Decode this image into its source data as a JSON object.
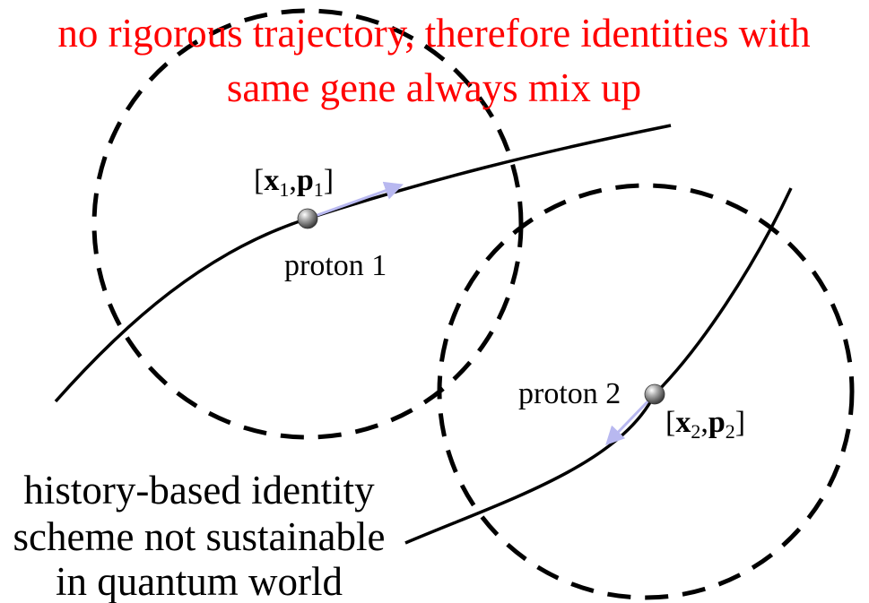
{
  "heading": {
    "line1": "no rigorous trajectory, therefore identities with",
    "line2": "same gene always mix up",
    "color": "#ff0000"
  },
  "proton1": {
    "label": "proton 1",
    "coord_open": "[",
    "coord_x": "x",
    "coord_sub1": "1",
    "coord_sep": ",",
    "coord_p": "p",
    "coord_sub2": "1",
    "coord_close": "]"
  },
  "proton2": {
    "label": "proton 2",
    "coord_open": "[",
    "coord_x": "x",
    "coord_sub1": "2",
    "coord_sep": ",",
    "coord_p": "p",
    "coord_sub2": "2",
    "coord_close": "]"
  },
  "footer": {
    "line1": "history-based identity",
    "line2": "scheme not sustainable",
    "line3": "in quantum world"
  },
  "colors": {
    "trajectory": "#000000",
    "wave_packet": "#000000",
    "momentum_arrow": "#b8b8f0",
    "text": "#000000"
  },
  "icons": [
    "particle-sphere-icon",
    "momentum-arrow-icon"
  ]
}
